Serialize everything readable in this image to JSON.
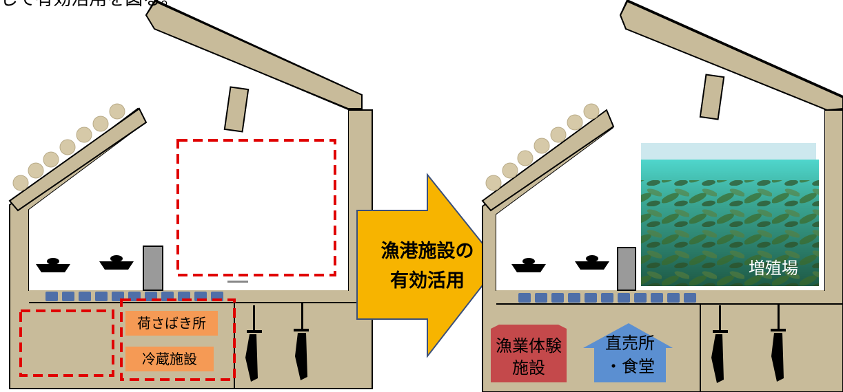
{
  "caption": "して有効活用を図る。",
  "before": {
    "labels": [
      "荷さばき所",
      "冷蔵施設"
    ]
  },
  "arrow": {
    "line1": "漁港施設の",
    "line2": "有効活用"
  },
  "after": {
    "photo_label": "増殖場",
    "fishing_experience": {
      "line1": "漁業体験",
      "line2": "施設"
    },
    "direct_sales": {
      "line1": "直売所",
      "line2": "・食堂"
    }
  },
  "colors": {
    "wall": "#c8bb9a",
    "wall_outline": "#000000",
    "red_dash": "#e00000",
    "orange": "#f59a55",
    "arrow_fill": "#f7b400",
    "arrow_stroke": "#3a4f7a",
    "dock_blue": "#4f6fa8",
    "red_block": "#c4494b",
    "blue_arrow": "#5b8fd1",
    "sea_top": "#4fd0c8",
    "sea_bottom": "#24665a"
  },
  "icons": [
    "boat-icon",
    "person-icon",
    "kelp-photo"
  ]
}
